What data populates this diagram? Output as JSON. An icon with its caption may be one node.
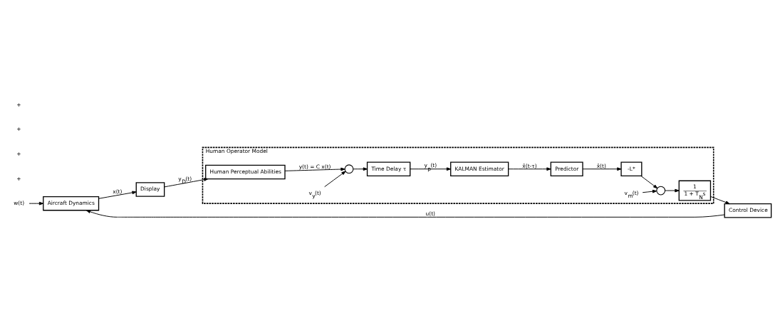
{
  "diagram": {
    "nodes": [
      {
        "text": [
          "w(t)"
        ]
      },
      {
        "text": [
          "Aircraft Dynamics"
        ]
      },
      {
        "text": [
          "Display"
        ]
      },
      {
        "text": [
          "Control Device"
        ]
      },
      {
        "text": [
          "Human Operator Model"
        ]
      },
      {
        "text": [
          "Human Perceptual Abilities"
        ],
        "in": 4
      },
      {
        "text": [
          "Time Delay τ"
        ],
        "in": 4
      },
      {
        "text": [],
        "shape": "circle",
        "in": 4
      },
      {
        "text": [
          "v$_{y}$(t)"
        ],
        "in": 4
      },
      {
        "text": [
          "KALMAN Estimator"
        ],
        "in": 4
      },
      {
        "text": [
          "Predictor"
        ],
        "in": 4
      },
      {
        "text": [
          "-L*"
        ],
        "in": 4
      },
      {
        "text": [],
        "shape": "circle",
        "in": 4
      },
      {
        "text": [
          "v$_{m}$(t)"
        ],
        "in": 4
      },
      {
        "text": [
          "1",
          "1 + T$_{N}$s"
        ],
        "in": 4
      }
    ],
    "edges": [
      {
        "from": 0,
        "to": 1,
        "arrow": "to"
      },
      {
        "from": 3,
        "to": 1,
        "arrow": "to",
        "label": "u(t)"
      },
      {
        "from": 1,
        "to": 2,
        "arrow": "to",
        "label": "x(t)"
      },
      {
        "from": 2,
        "to": 5,
        "arrow": "to",
        "label": "y$_{D}$(t)"
      },
      {
        "from": 5,
        "to": 7,
        "arrow": "to",
        "label": "y(t) = C x(t)"
      },
      {
        "from": 8,
        "to": 7,
        "arrow": "to"
      },
      {
        "from": 7,
        "to": 6,
        "arrow": "to"
      },
      {
        "from": 6,
        "to": 9,
        "arrow": "to",
        "label": "y$_{p}$(t)"
      },
      {
        "from": 9,
        "to": 10,
        "arrow": "to",
        "label": "x̂(t-τ)"
      },
      {
        "from": 10,
        "to": 11,
        "arrow": "to",
        "label": "x̂(t)"
      },
      {
        "from": 11,
        "to": 12,
        "arrow": "to"
      },
      {
        "from": 13,
        "to": 12,
        "arrow": "to"
      },
      {
        "from": 12,
        "to": 14,
        "arrow": "to"
      },
      {
        "from": 14,
        "to": 3,
        "arrow": "to"
      }
    ],
    "labels": [
      "+",
      "+",
      "+",
      "+"
    ]
  }
}
